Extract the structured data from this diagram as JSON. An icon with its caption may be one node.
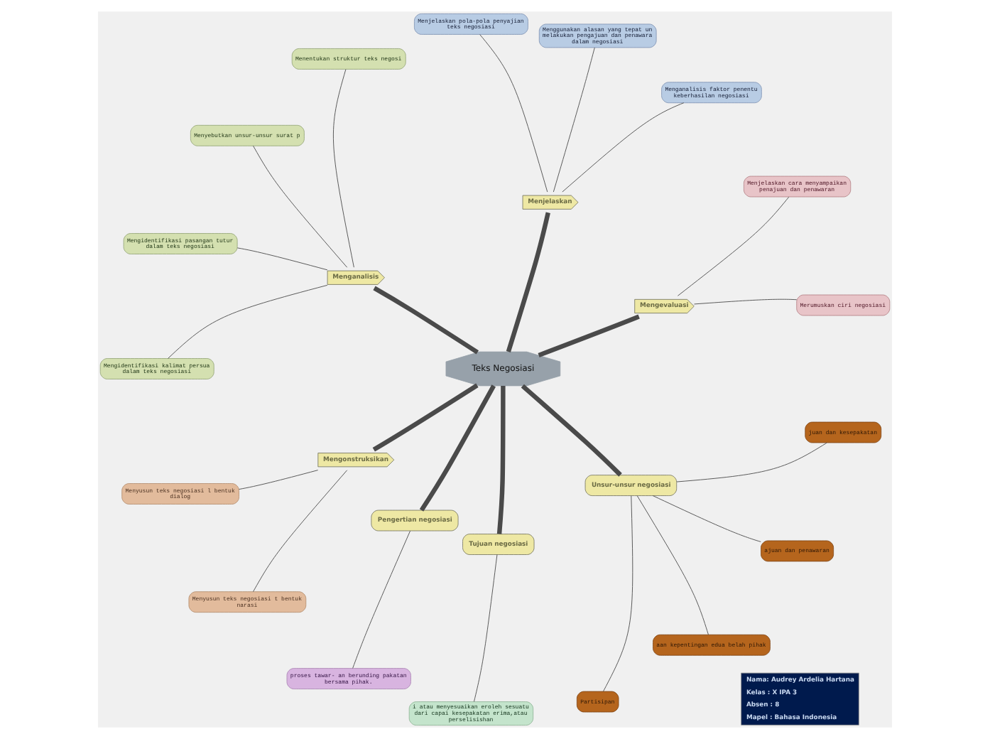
{
  "diagram": {
    "nodes": [
      {
        "text": [
          "Nama: Audrey Ardelia Hartana",
          "Kelas : X IPA 3",
          "Absen : 8",
          "Mapel : Bahasa Indonesia"
        ]
      },
      {
        "text": [
          "Teks Negosiasi"
        ]
      },
      {
        "text": [
          "Mengevaluasi"
        ]
      },
      {
        "text": [
          "Merumuskan ciri negosiasi"
        ]
      },
      {
        "text": [
          "Menjelaskan cara menyampaikan penajuan dan penawaran"
        ]
      },
      {
        "text": [
          "Menjelaskan"
        ]
      },
      {
        "text": [
          "Menganalisis faktor penentu keberhasilan negosiasi"
        ]
      },
      {
        "text": [
          "Menggunakan alasan yang tepat un melakukan pengajuan dan penawara dalam negosiasi"
        ]
      },
      {
        "text": [
          "Menjelaskan pola-pola penyajian teks negosiasi"
        ]
      },
      {
        "text": [
          "Menganalisis"
        ]
      },
      {
        "text": [
          "Menentukan struktur teks negosi"
        ]
      },
      {
        "text": [
          "Menyebutkan unsur-unsur surat p"
        ]
      },
      {
        "text": [
          "Mengidentifikasi pasangan tutur dalam teks negosiasi"
        ]
      },
      {
        "text": [
          "Mengidentifikasi kalimat persua dalam teks negosiasi"
        ]
      },
      {
        "text": [
          "Mengonstruksikan"
        ]
      },
      {
        "text": [
          "Menyusun teks negosiasi l bentuk dialog"
        ]
      },
      {
        "text": [
          "Menyusun teks negosiasi t bentuk narasi"
        ]
      },
      {
        "text": [
          "Pengertian negosiasi"
        ]
      },
      {
        "text": [
          "proses tawar- an berunding pakatan bersama pihak."
        ]
      },
      {
        "text": [
          "Tujuan negosiasi"
        ]
      },
      {
        "text": [
          "i atau menyesuaikan eroleh sesuatu dari capai kesepakatan erima,atau perselisishan"
        ]
      },
      {
        "text": [
          "Unsur-unsur negosiasi"
        ]
      },
      {
        "text": [
          "Partisipan"
        ]
      },
      {
        "text": [
          "aan kepentingan edua belah pihak"
        ]
      },
      {
        "text": [
          "ajuan dan penawaran"
        ]
      },
      {
        "text": [
          "juan dan kesepakatan"
        ]
      }
    ],
    "edges": [
      {
        "from": 1,
        "to": 2,
        "arrow": "none",
        "style": "thick"
      },
      {
        "from": 2,
        "to": 3,
        "arrow": "none"
      },
      {
        "from": 2,
        "to": 4,
        "arrow": "none"
      },
      {
        "from": 1,
        "to": 5,
        "arrow": "none",
        "style": "thick"
      },
      {
        "from": 5,
        "to": 6,
        "arrow": "none"
      },
      {
        "from": 5,
        "to": 7,
        "arrow": "none"
      },
      {
        "from": 5,
        "to": 8,
        "arrow": "none"
      },
      {
        "from": 1,
        "to": 9,
        "arrow": "none",
        "style": "thick"
      },
      {
        "from": 9,
        "to": 10,
        "arrow": "none"
      },
      {
        "from": 9,
        "to": 11,
        "arrow": "none"
      },
      {
        "from": 9,
        "to": 12,
        "arrow": "none"
      },
      {
        "from": 9,
        "to": 13,
        "arrow": "none"
      },
      {
        "from": 1,
        "to": 14,
        "arrow": "none",
        "style": "thick"
      },
      {
        "from": 14,
        "to": 15,
        "arrow": "none"
      },
      {
        "from": 14,
        "to": 16,
        "arrow": "none"
      },
      {
        "from": 1,
        "to": 17,
        "arrow": "none",
        "style": "thick"
      },
      {
        "from": 17,
        "to": 18,
        "arrow": "none"
      },
      {
        "from": 1,
        "to": 19,
        "arrow": "none",
        "style": "thick"
      },
      {
        "from": 19,
        "to": 20,
        "arrow": "none"
      },
      {
        "from": 1,
        "to": 21,
        "arrow": "none",
        "style": "thick"
      },
      {
        "from": 21,
        "to": 22,
        "arrow": "none"
      },
      {
        "from": 21,
        "to": 23,
        "arrow": "none"
      },
      {
        "from": 21,
        "to": 24,
        "arrow": "none"
      },
      {
        "from": 21,
        "to": 25,
        "arrow": "none"
      }
    ]
  }
}
